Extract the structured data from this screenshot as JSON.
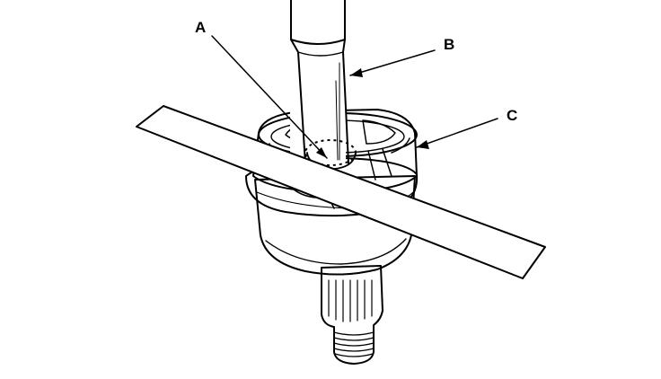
{
  "callouts": {
    "a": "A",
    "b": "B",
    "c": "C"
  },
  "colors": {
    "ink": "#000000",
    "paper": "#ffffff",
    "metal_shade": "#f2f2f2"
  }
}
